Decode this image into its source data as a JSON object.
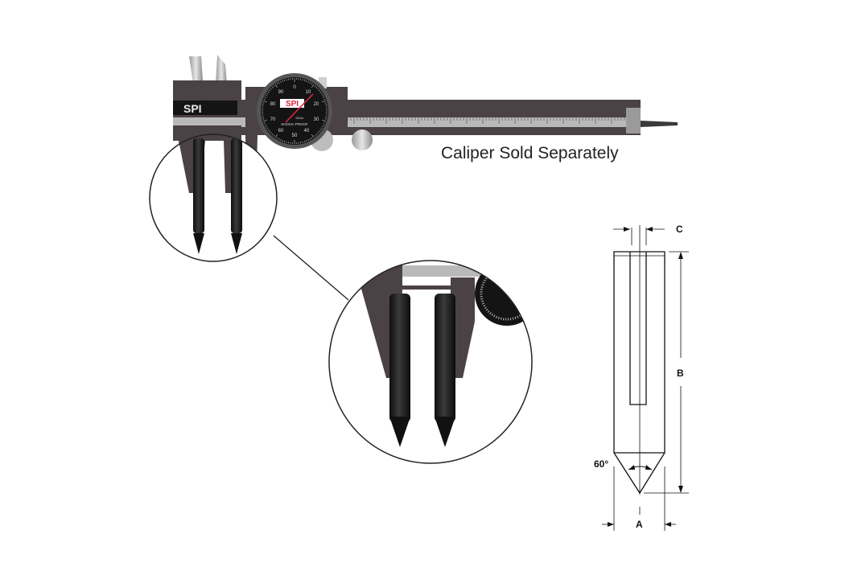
{
  "caption": "Caliper Sold Separately",
  "caliper": {
    "brand_logo": "SPI",
    "dial_brand": "SPI",
    "dial_numbers": [
      "0",
      "10",
      "20",
      "30",
      "40",
      "50",
      "60",
      "70",
      "80",
      "90"
    ],
    "dial_text": "SHOCK-PROOF",
    "dial_units": ".001in"
  },
  "diagram": {
    "label_a": "A",
    "label_b": "B",
    "label_c": "C",
    "angle_label": "60°"
  },
  "colors": {
    "caliper_body": "#4a4244",
    "scale": "#b9b9b9",
    "dial_face": "#141414",
    "logo_red": "#d8263a",
    "point": "#1c1c1c"
  }
}
